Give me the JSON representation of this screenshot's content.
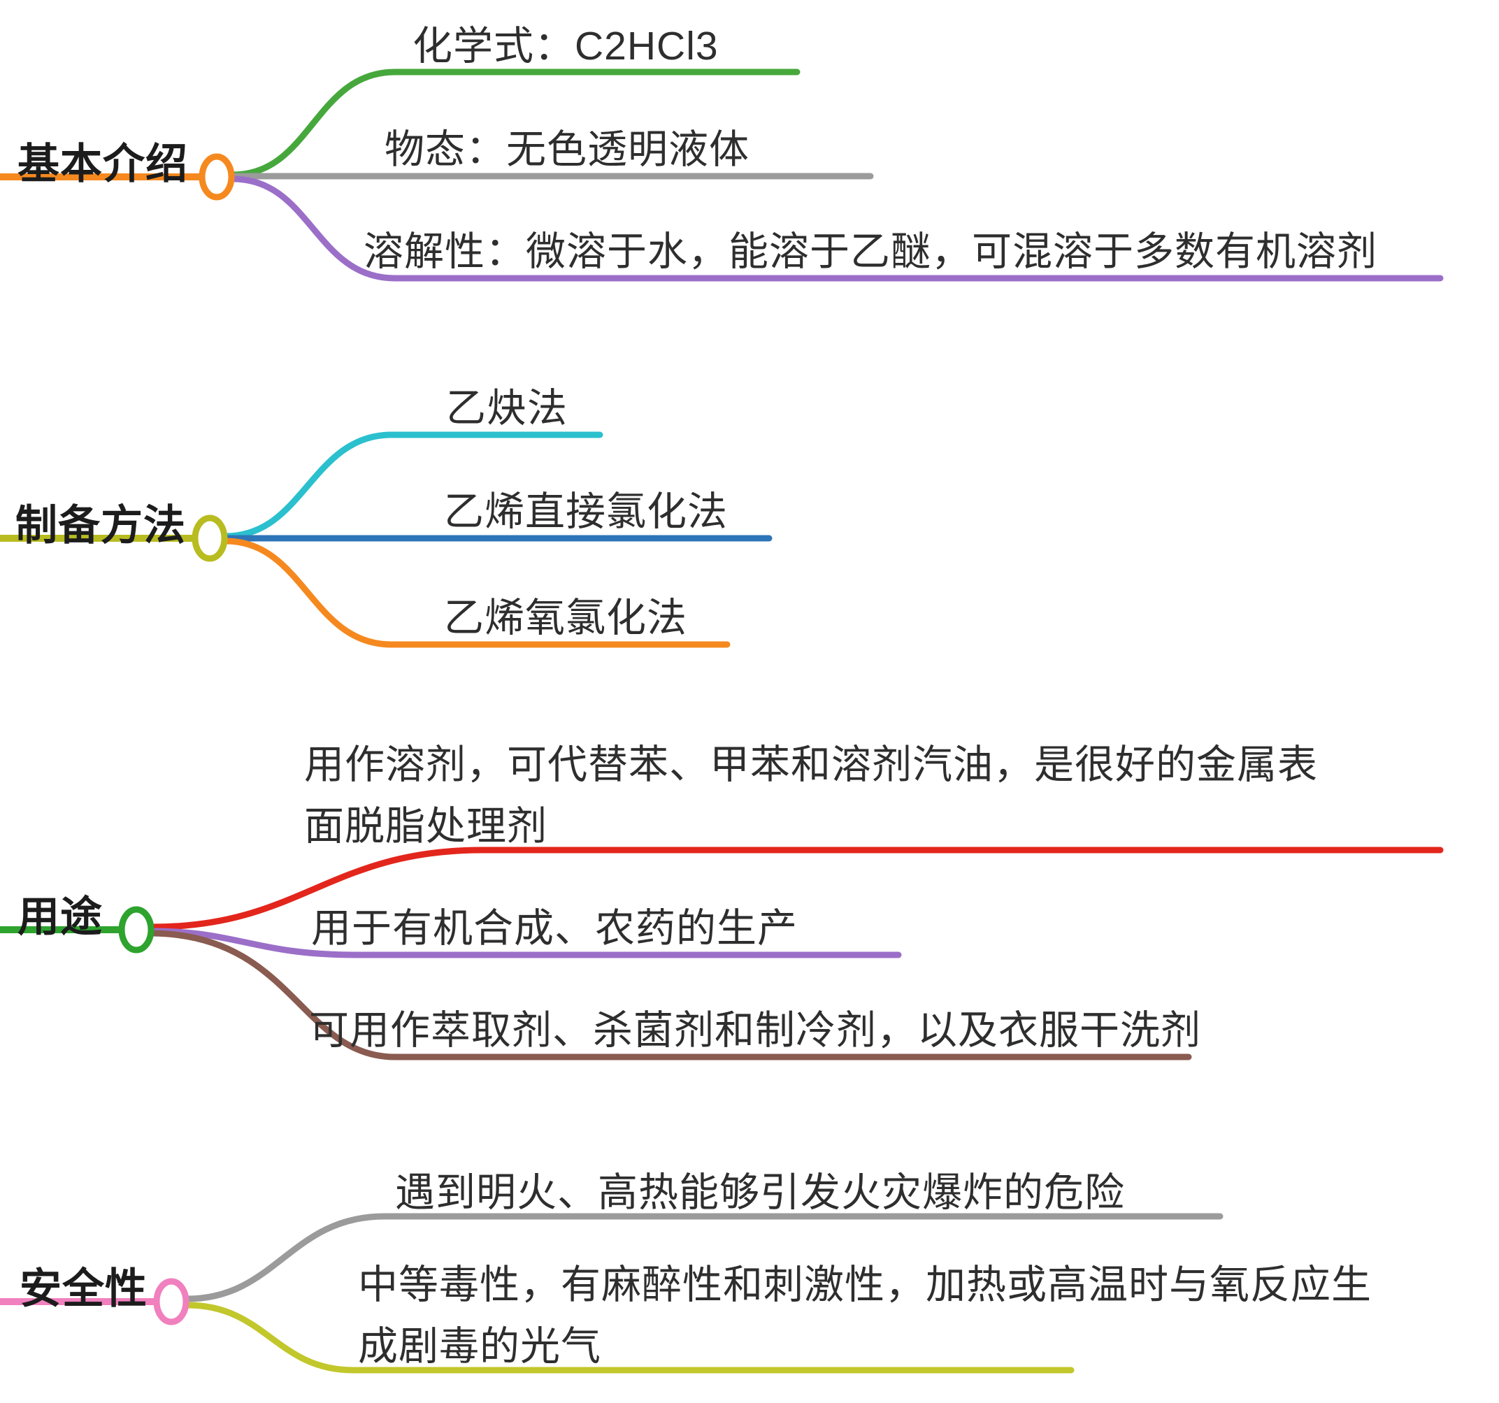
{
  "colors": {
    "background": "#ffffff",
    "label_text": "#1c1c1c",
    "topic_text": "#2e2e2e",
    "node_fill": "#ffffff"
  },
  "branches": [
    {
      "label": "基本介绍",
      "color": "#F5891F",
      "children": [
        {
          "text": "化学式：C2HCl3",
          "color": "#46A83C"
        },
        {
          "text": "物态：无色透明液体",
          "color": "#9B9B9B"
        },
        {
          "text": "溶解性：微溶于水，能溶于乙醚，可混溶于多数有机溶剂",
          "color": "#9B6FC8"
        }
      ]
    },
    {
      "label": "制备方法",
      "color": "#B8BC20",
      "children": [
        {
          "text": "乙炔法",
          "color": "#2BC0CE"
        },
        {
          "text": "乙烯直接氯化法",
          "color": "#2E74B8"
        },
        {
          "text": "乙烯氧氯化法",
          "color": "#F5891F"
        }
      ]
    },
    {
      "label": "用途",
      "color": "#2EA32E",
      "children": [
        {
          "text": "用作溶剂，可代替苯、甲苯和溶剂汽油，是很好的金属表面脱脂处理剂",
          "color": "#E3261C"
        },
        {
          "text": "用于有机合成、农药的生产",
          "color": "#9B6FC8"
        },
        {
          "text": "可用作萃取剂、杀菌剂和制冷剂，以及衣服干洗剂",
          "color": "#8A5B50"
        }
      ]
    },
    {
      "label": "安全性",
      "color": "#F080BE",
      "children": [
        {
          "text": "遇到明火、高热能够引发火灾爆炸的危险",
          "color": "#9B9B9B"
        },
        {
          "text": "中等毒性，有麻醉性和刺激性，加热或高温时与氧反应生成剧毒的光气",
          "color": "#C2C72B"
        }
      ]
    }
  ]
}
